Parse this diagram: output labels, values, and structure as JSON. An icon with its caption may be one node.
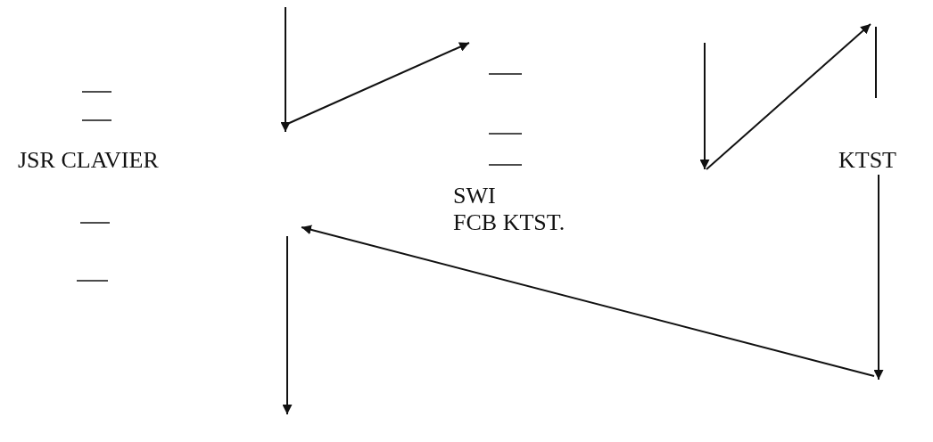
{
  "diagram": {
    "nodes": [
      {
        "text": [
          "JSR CLAVIER"
        ]
      },
      {
        "text": [
          "SWI",
          "FCB KTST."
        ]
      },
      {
        "text": [
          "KTST"
        ]
      }
    ]
  }
}
